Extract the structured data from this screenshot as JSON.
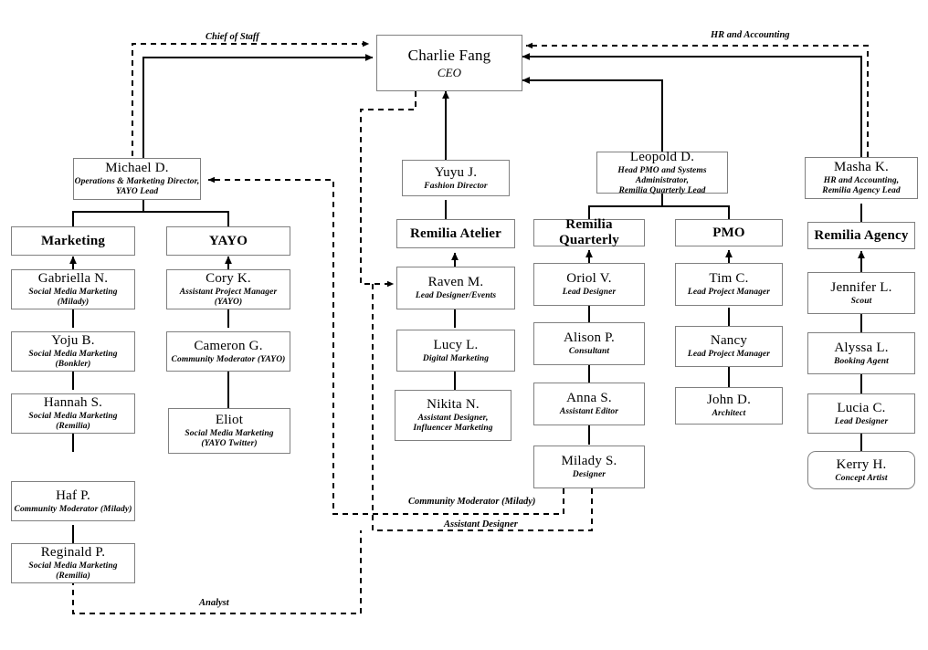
{
  "chart_data": {
    "type": "diagram",
    "title": "Organizational Chart",
    "orientation": "top-down"
  },
  "nodes": {
    "ceo": {
      "name": "Charlie Fang",
      "role": "CEO"
    },
    "michael": {
      "name": "Michael D.",
      "role": "Operations & Marketing Director,\nYAYO Lead"
    },
    "yuyu": {
      "name": "Yuyu J.",
      "role": "Fashion Director"
    },
    "leopold": {
      "name": "Leopold D.",
      "role": "Head PMO and Systems Administrator,\nRemilia Quarterly Lead"
    },
    "masha": {
      "name": "Masha K.",
      "role": "HR and Accounting,\nRemilia Agency Lead"
    },
    "unit_marketing": {
      "name": "Marketing",
      "role": ""
    },
    "unit_yayo": {
      "name": "YAYO",
      "role": ""
    },
    "unit_atelier": {
      "name": "Remilia Atelier",
      "role": ""
    },
    "unit_quarterly": {
      "name": "Remilia Quarterly",
      "role": ""
    },
    "unit_pmo": {
      "name": "PMO",
      "role": ""
    },
    "unit_agency": {
      "name": "Remilia Agency",
      "role": ""
    },
    "gabriella": {
      "name": "Gabriella N.",
      "role": "Social Media Marketing (Milady)"
    },
    "yoju": {
      "name": "Yoju B.",
      "role": "Social Media Marketing (Bonkler)"
    },
    "hannah": {
      "name": "Hannah S.",
      "role": "Social Media Marketing (Remilia)"
    },
    "haf": {
      "name": "Haf P.",
      "role": "Community Moderator (Milady)"
    },
    "reginald": {
      "name": "Reginald P.",
      "role": "Social Media Marketing (Remilia)"
    },
    "cory": {
      "name": "Cory K.",
      "role": "Assistant Project Manager (YAYO)"
    },
    "cameron": {
      "name": "Cameron G.",
      "role": "Community Moderator (YAYO)"
    },
    "eliot": {
      "name": "Eliot",
      "role": "Social Media Marketing\n(YAYO Twitter)"
    },
    "raven": {
      "name": "Raven M.",
      "role": "Lead Designer/Events"
    },
    "lucy": {
      "name": "Lucy L.",
      "role": "Digital Marketing"
    },
    "nikita": {
      "name": "Nikita N.",
      "role": "Assistant Designer,\nInfluencer Marketing"
    },
    "oriol": {
      "name": "Oriol V.",
      "role": "Lead Designer"
    },
    "alison": {
      "name": "Alison P.",
      "role": "Consultant"
    },
    "anna": {
      "name": "Anna S.",
      "role": "Assistant Editor"
    },
    "milady": {
      "name": "Milady S.",
      "role": "Designer"
    },
    "tim": {
      "name": "Tim C.",
      "role": "Lead Project Manager"
    },
    "nancy": {
      "name": "Nancy",
      "role": "Lead Project Manager"
    },
    "john": {
      "name": "John D.",
      "role": "Architect"
    },
    "jennifer": {
      "name": "Jennifer L.",
      "role": "Scout"
    },
    "alyssa": {
      "name": "Alyssa L.",
      "role": "Booking Agent"
    },
    "lucia": {
      "name": "Lucia C.",
      "role": "Lead Designer"
    },
    "kerry": {
      "name": "Kerry H.",
      "role": "Concept Artist"
    }
  },
  "edge_labels": {
    "chief_of_staff": "Chief of Staff",
    "hr_and_accounting": "HR and Accounting",
    "community_moderator_milady": "Community Moderator (Milady)",
    "assistant_designer": "Assistant Designer",
    "analyst": "Analyst"
  },
  "colors": {
    "border": "#808080",
    "line": "#000000",
    "background": "#ffffff"
  }
}
